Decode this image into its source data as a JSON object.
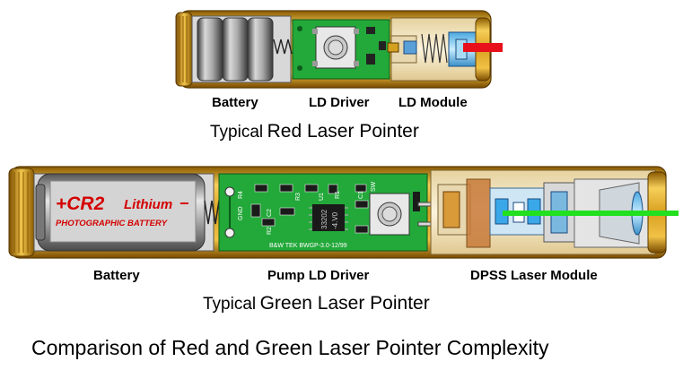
{
  "red_pointer": {
    "labels": {
      "battery": "Battery",
      "driver": "LD Driver",
      "module": "LD Module"
    },
    "caption_prefix": "Typical",
    "caption_main": "Red Laser Pointer",
    "beam_color": "#e8101a"
  },
  "green_pointer": {
    "labels": {
      "battery": "Battery",
      "driver": "Pump LD Driver",
      "module": "DPSS Laser Module"
    },
    "caption_prefix": "Typical",
    "caption_main": "Green Laser Pointer",
    "battery_text_1": "+CR2",
    "battery_text_2": "Lithium",
    "battery_text_3": "PHOTOGRAPHIC BATTERY",
    "pcb_text": {
      "r4": "R4",
      "r3": "R3",
      "r2": "R2",
      "r1": "R1",
      "c2": "C2",
      "c1": "C1",
      "gnd": "GND",
      "u1": "U1",
      "sw": "SW",
      "chip_line1": "33202",
      "chip_line2": "-4.V0",
      "serial": "B&W TEK BWGP-3.0-12/99"
    },
    "beam_color": "#22e020"
  },
  "title": "Comparison of Red and Green Laser Pointer Complexity",
  "colors": {
    "brass": "#d9a020",
    "pcb": "#23a83a",
    "battery_gray": "#9a9a9a",
    "module_cream": "#f3e6c4"
  }
}
